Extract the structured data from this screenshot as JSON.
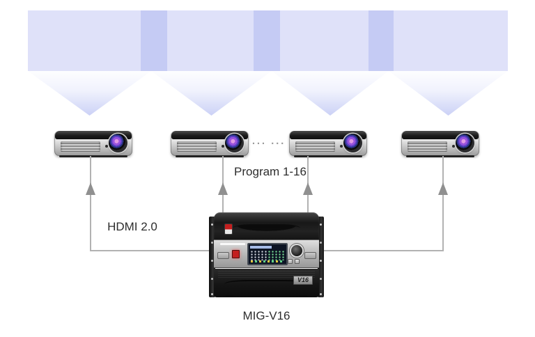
{
  "diagram": {
    "screen": {
      "segment_count": 4,
      "overlap_zone_count": 3
    },
    "projectors": {
      "count": 4,
      "ellipsis": "··· ···"
    },
    "connections": {
      "cable_label": "HDMI 2.0",
      "signal_label": "Program 1-16"
    },
    "processor": {
      "name": "MIG-V16",
      "badge": "V16"
    }
  },
  "colors": {
    "screen-base": "#dfe1f9",
    "screen-overlap": "#c5cbf4",
    "beam-end": "#cbd1f6",
    "line": "#b2b2b2",
    "arrowhead": "#909090",
    "text": "#2d2d2d",
    "red-button": "#c41e1e"
  }
}
